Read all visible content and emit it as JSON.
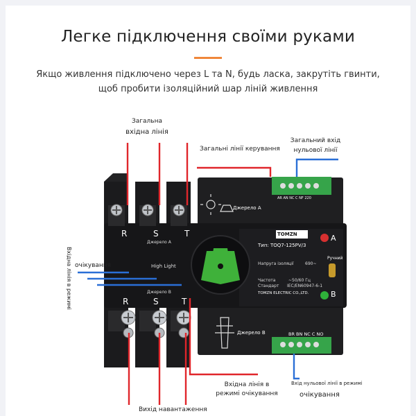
{
  "heading": {
    "title": "Легке підключення своїми руками",
    "subtitle_line1": "Якщо живлення підключено через L та N, будь ласка, закрутіть гвинти,",
    "subtitle_line2": "щоб пробити ізоляційний шар ліній живлення"
  },
  "callouts": {
    "main_input_line1": "Загальна",
    "main_input_line2": "вхідна лінія",
    "control_lines": "Загальні лінії керування",
    "neutral_input_line1": "Загальний вхід",
    "neutral_input_line2": "нульової лінії",
    "standby_vertical": "Вхідна лінія в режимі",
    "standby_label": "очікування",
    "standby_input_line1": "Вхідна лінія в",
    "standby_input_line2": "режимі очікування",
    "load_output": "Вихід навантаження",
    "standby_neutral_line1": "Вхід нульової лінії в режимі",
    "standby_neutral_line2": "очікування"
  },
  "device": {
    "brand": "TOMZN",
    "model": "Тип: TOQ7-125PV/3",
    "source_a": "Джерело А",
    "source_b": "Джерело В",
    "phase_top": [
      "R",
      "S",
      "T"
    ],
    "phase_bottom": [
      "R",
      "S",
      "T"
    ],
    "indicator_a": "A",
    "indicator_b": "B",
    "manual": "Ручний",
    "terminal_top": "AR AN NC C NF 220",
    "terminal_bottom": "BR BN NC C NO",
    "high_light": "High Light",
    "manufacturer": "TOMZN ELECTRIC CO.,LTD.",
    "spec_rows": [
      [
        "Напруга ізоляції",
        "690~"
      ],
      [
        "Частота",
        "~50/60 Гц"
      ],
      [
        "Стандарт",
        "IEC/EN60947-6-1"
      ]
    ],
    "colors": {
      "wire_red": "#e0262b",
      "wire_blue": "#2a6fd6",
      "knob_green": "#3fb13a",
      "terminal_green": "#36a44a"
    }
  }
}
